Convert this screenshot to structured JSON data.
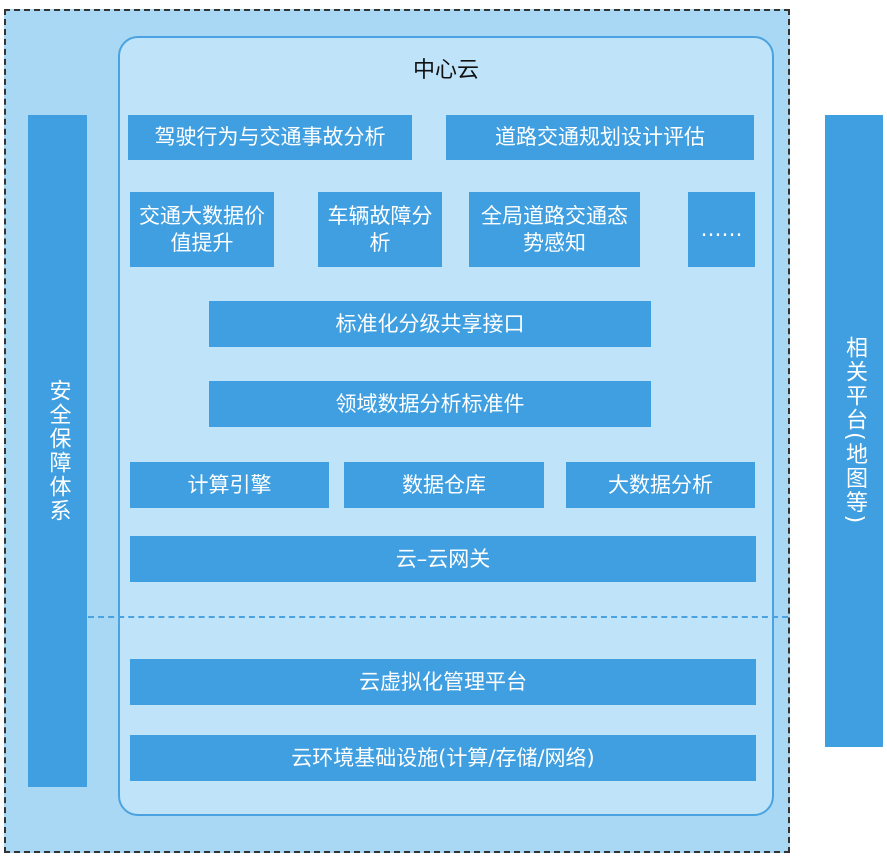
{
  "center_cloud": {
    "title": "中心云"
  },
  "apps_row1": [
    "驾驶行为与交通事故分析",
    "道路交通规划设计评估"
  ],
  "apps_row2": [
    "交通大数据价值提升",
    "车辆故障分析",
    "全局道路交通态势感知",
    "……"
  ],
  "layers": {
    "standard_interface": "标准化分级共享接口",
    "domain_components": "领域数据分析标准件",
    "compute_engine": "计算引擎",
    "data_warehouse": "数据仓库",
    "big_data_analysis": "大数据分析",
    "cloud_gateway": "云–云网关",
    "virtualization": "云虚拟化管理平台",
    "infrastructure": "云环境基础设施(计算/存储/网络)"
  },
  "left_bar": "安全保障体系",
  "right_bar": "相关平台(地图等)",
  "colors": {
    "box": "#3f9fe0",
    "background": "#a9d8f5",
    "frame": "#4aa3e0"
  }
}
